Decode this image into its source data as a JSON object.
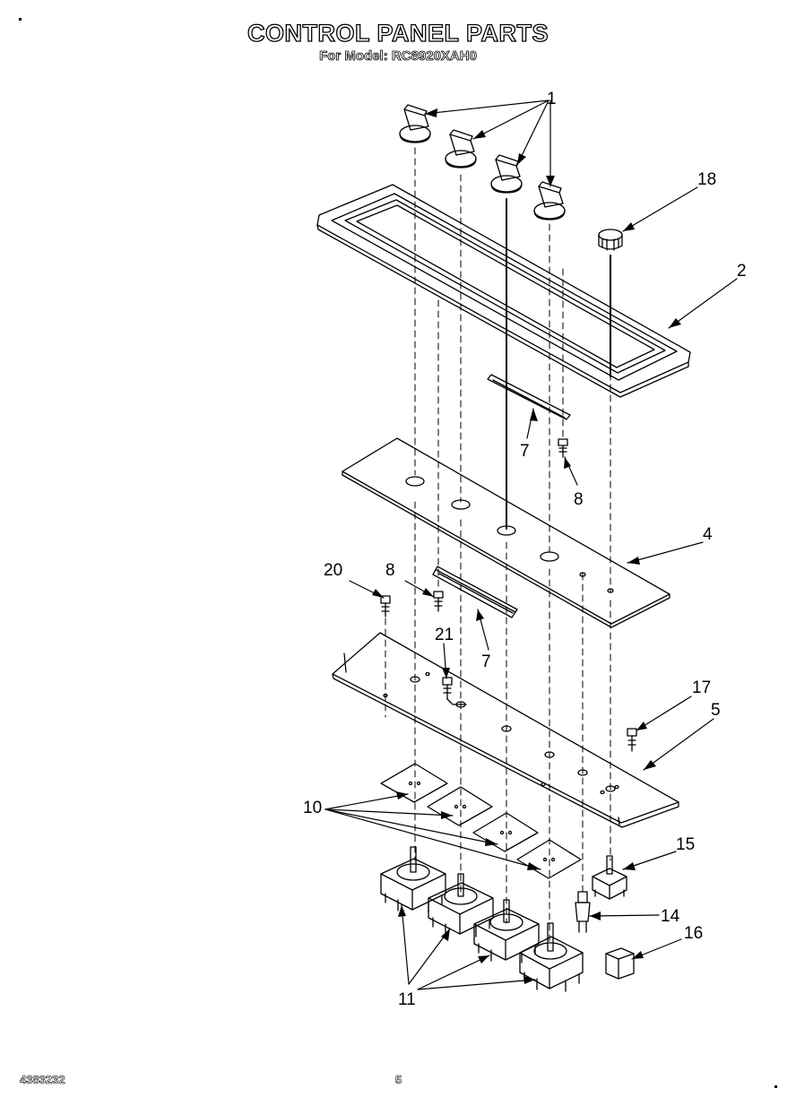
{
  "title": "CONTROL PANEL PARTS",
  "subtitle": "For Model: RC8920XAH0",
  "footer": {
    "left": "4383232",
    "center": "5"
  },
  "callouts": [
    "1",
    "18",
    "2",
    "7",
    "8",
    "4",
    "20",
    "8",
    "21",
    "7",
    "17",
    "5",
    "10",
    "15",
    "14",
    "16",
    "11"
  ],
  "parts": {
    "knobs": 4,
    "rotary_switches": 4,
    "insulator_pads": 4
  }
}
